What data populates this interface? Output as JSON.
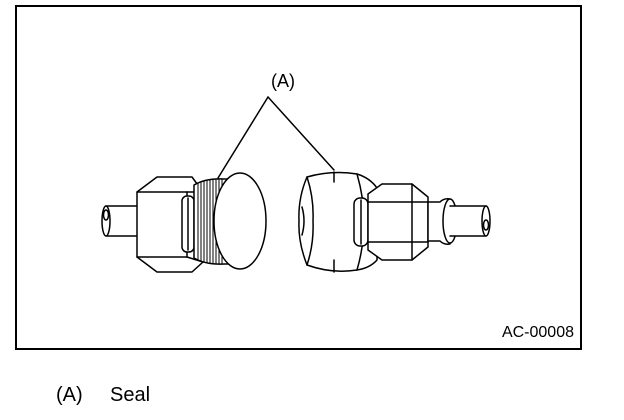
{
  "diagram": {
    "callout_label": "(A)",
    "figure_code": "AC-00008"
  },
  "legend": {
    "items": [
      {
        "key": "(A)",
        "text": "Seal"
      }
    ]
  },
  "colors": {
    "line": "#000000",
    "fill": "#ffffff"
  }
}
